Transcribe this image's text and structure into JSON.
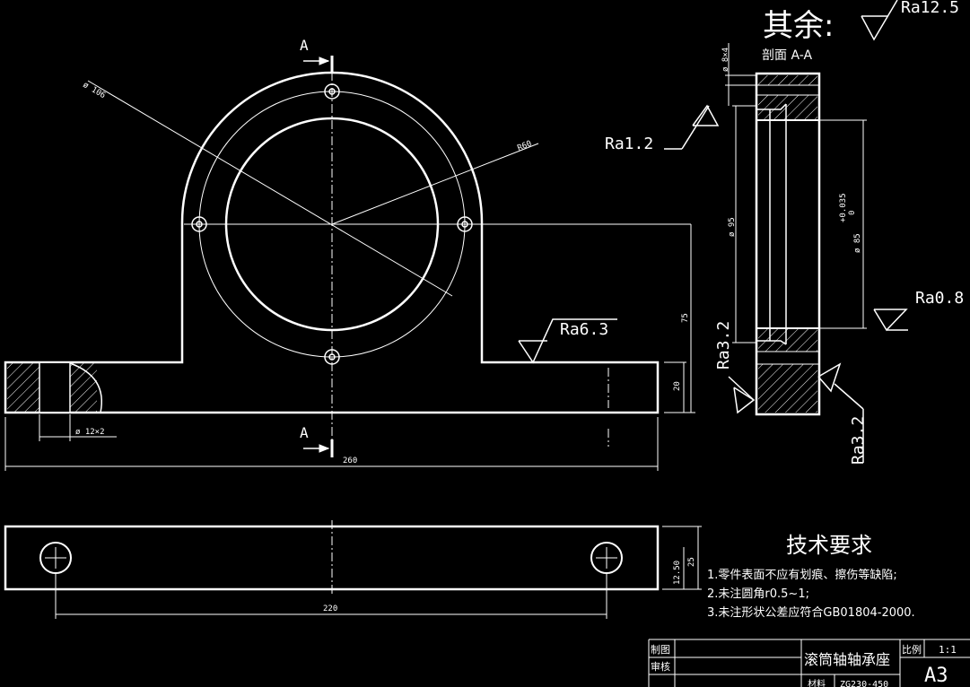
{
  "dims": {
    "d106": "ø 106",
    "r60": "R60",
    "d8x4": "ø 8×4",
    "d95": "ø 95",
    "d85": "ø 85",
    "tol_upper": "+0.035",
    "tol_lower": "0",
    "h75": "75",
    "h20": "20",
    "d12x2": "ø 12×2",
    "w260": "260",
    "w220": "220",
    "h25": "25",
    "h12_50": "12.50"
  },
  "roughness": {
    "other": "其余:",
    "ra12_5": "Ra12.5",
    "ra1_2": "Ra1.2",
    "ra6_3": "Ra6.3",
    "ra0_8": "Ra0.8",
    "ra3_2_left": "Ra3.2",
    "ra3_2_right": "Ra3.2"
  },
  "section": {
    "label": "剖面 A-A",
    "marker": "A"
  },
  "tech_req": {
    "title": "技术要求",
    "items": [
      "1.零件表面不应有划痕、擦伤等缺陷;",
      "2.未注圆角r0.5~1;",
      "3.未注形状公差应符合GB01804-2000."
    ]
  },
  "title_block": {
    "drawn": "制图",
    "checked": "审核",
    "part_name": "滚筒轴轴承座",
    "scale_label": "比例",
    "scale_value": "1:1",
    "sheet": "A3",
    "material_label": "材料",
    "material_value": "ZG230-450"
  }
}
